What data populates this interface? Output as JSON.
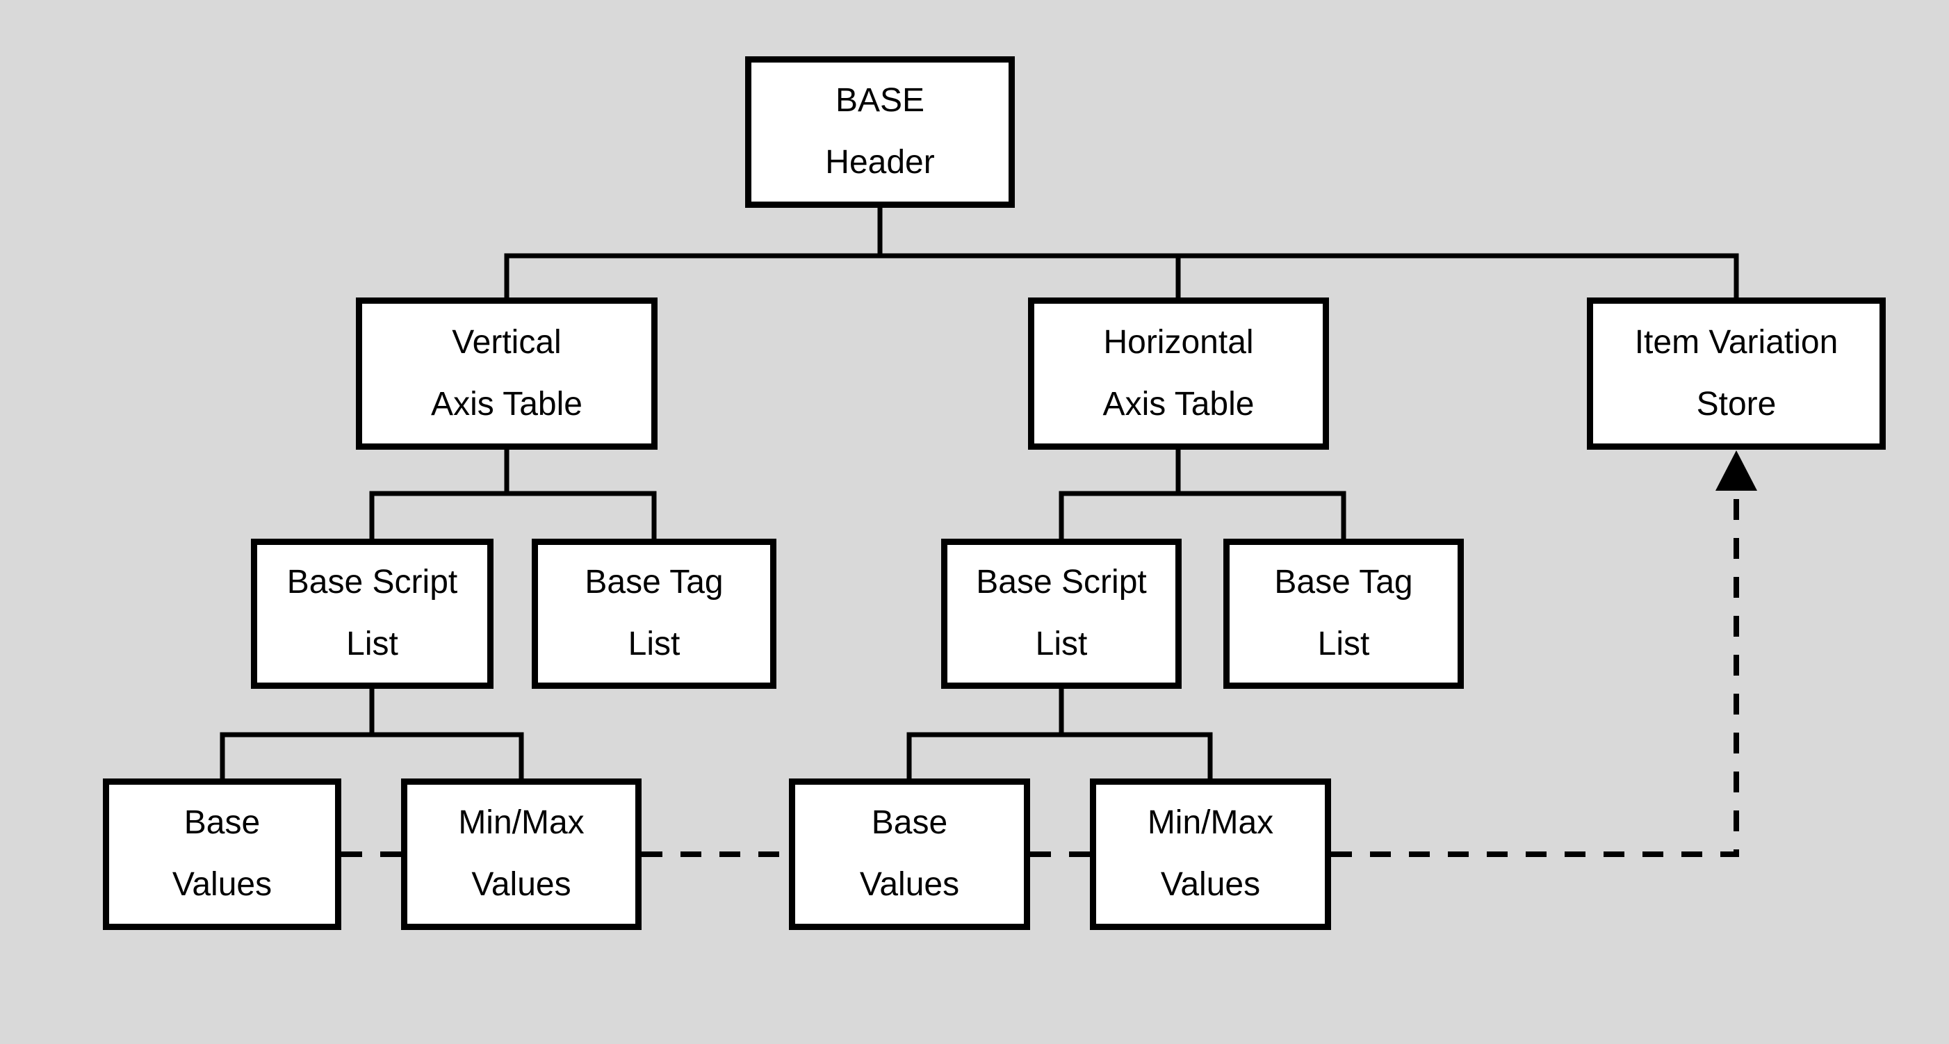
{
  "diagram_title": "",
  "colors": {
    "background": "#d9d9d9",
    "node_fill": "#ffffff",
    "node_border": "#000000",
    "text": "#000000",
    "connector": "#000000"
  },
  "nodes": {
    "base_header": {
      "label": "BASE\nHeader"
    },
    "vertical_axis_table": {
      "label": "Vertical\nAxis Table"
    },
    "horizontal_axis_table": {
      "label": "Horizontal\nAxis Table"
    },
    "item_variation_store": {
      "label": "Item Variation\nStore"
    },
    "base_script_list_vertical": {
      "label": "Base Script\nList"
    },
    "base_tag_list_vertical": {
      "label": "Base Tag\nList"
    },
    "base_script_list_horizontal": {
      "label": "Base Script\nList"
    },
    "base_tag_list_horizontal": {
      "label": "Base Tag\nList"
    },
    "base_values_vertical": {
      "label": "Base\nValues"
    },
    "min_max_values_vertical": {
      "label": "Min/Max\nValues"
    },
    "base_values_horizontal": {
      "label": "Base\nValues"
    },
    "min_max_values_horizontal": {
      "label": "Min/Max\nValues"
    }
  },
  "edges": {
    "solid_hierarchy": [
      [
        "base_header",
        "vertical_axis_table"
      ],
      [
        "base_header",
        "horizontal_axis_table"
      ],
      [
        "base_header",
        "item_variation_store"
      ],
      [
        "vertical_axis_table",
        "base_script_list_vertical"
      ],
      [
        "vertical_axis_table",
        "base_tag_list_vertical"
      ],
      [
        "horizontal_axis_table",
        "base_script_list_horizontal"
      ],
      [
        "horizontal_axis_table",
        "base_tag_list_horizontal"
      ],
      [
        "base_script_list_vertical",
        "base_values_vertical"
      ],
      [
        "base_script_list_vertical",
        "min_max_values_vertical"
      ],
      [
        "base_script_list_horizontal",
        "base_values_horizontal"
      ],
      [
        "base_script_list_horizontal",
        "min_max_values_horizontal"
      ]
    ],
    "dashed_flow": [
      [
        "base_values_vertical",
        "min_max_values_vertical"
      ],
      [
        "min_max_values_vertical",
        "base_values_horizontal"
      ],
      [
        "base_values_horizontal",
        "min_max_values_horizontal"
      ],
      [
        "min_max_values_horizontal",
        "item_variation_store"
      ]
    ],
    "arrow_target": "item_variation_store"
  }
}
